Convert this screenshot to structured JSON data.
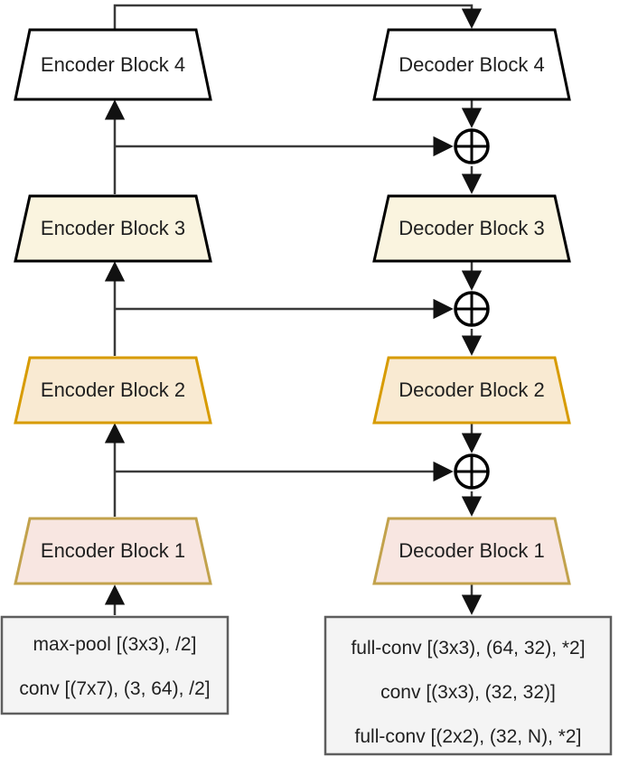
{
  "encoder": {
    "blocks": [
      {
        "label": "Encoder Block 4",
        "fill": "#FFFFFF",
        "stroke": "#000000"
      },
      {
        "label": "Encoder Block 3",
        "fill": "#FAF4DF",
        "stroke": "#000000"
      },
      {
        "label": "Encoder Block 2",
        "fill": "#F9EAD2",
        "stroke": "#D79B00"
      },
      {
        "label": "Encoder Block 1",
        "fill": "#F8E6E1",
        "stroke": "#C2A24C"
      }
    ],
    "stem_lines": [
      "max-pool [(3x3), /2]",
      "conv [(7x7), (3, 64), /2]"
    ]
  },
  "decoder": {
    "blocks": [
      {
        "label": "Decoder Block 4",
        "fill": "#FFFFFF",
        "stroke": "#000000"
      },
      {
        "label": "Decoder Block 3",
        "fill": "#FAF4DF",
        "stroke": "#000000"
      },
      {
        "label": "Decoder Block 2",
        "fill": "#F9EAD2",
        "stroke": "#D79B00"
      },
      {
        "label": "Decoder Block 1",
        "fill": "#F8E6E1",
        "stroke": "#C2A24C"
      }
    ],
    "head_lines": [
      "full-conv [(3x3), (64, 32), *2]",
      "conv [(3x3), (32, 32)]",
      "full-conv [(2x2), (32, N), *2]"
    ]
  },
  "styles": {
    "box_fill": "#F4F4F4",
    "box_stroke": "#5E5E5E",
    "edge_color": "#3A3A3A",
    "arrow_color": "#111111",
    "sum_fill": "#FFFFFF",
    "sum_stroke": "#000000"
  }
}
